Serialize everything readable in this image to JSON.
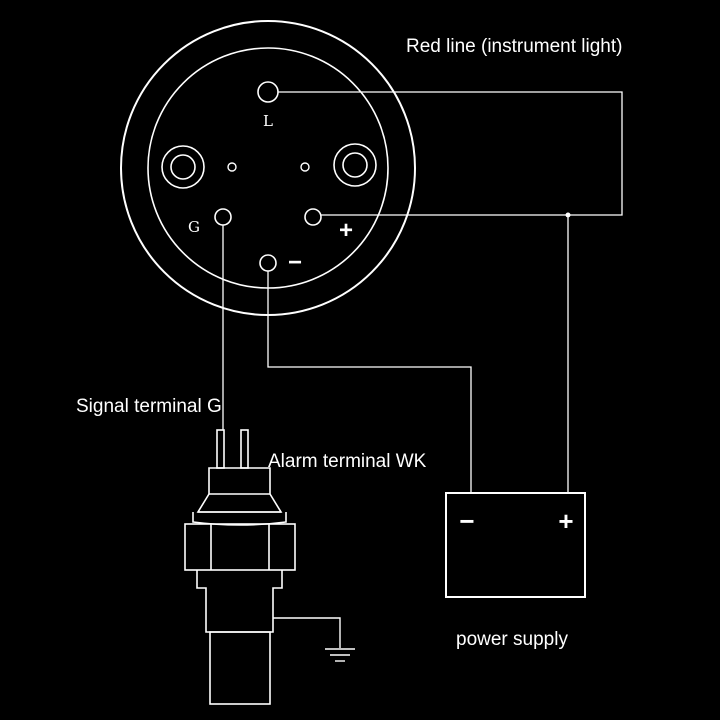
{
  "labels": {
    "red_line": "Red line (instrument light)",
    "signal_terminal": "Signal terminal G",
    "alarm_terminal": "Alarm terminal WK",
    "power_supply": "power supply"
  },
  "gauge_pins": {
    "light": "L",
    "signal": "G",
    "positive": "+",
    "negative": "−"
  },
  "battery_terminals": {
    "negative": "−",
    "positive": "+"
  },
  "colors": {
    "background": "#000000",
    "lines": "#ffffff"
  }
}
